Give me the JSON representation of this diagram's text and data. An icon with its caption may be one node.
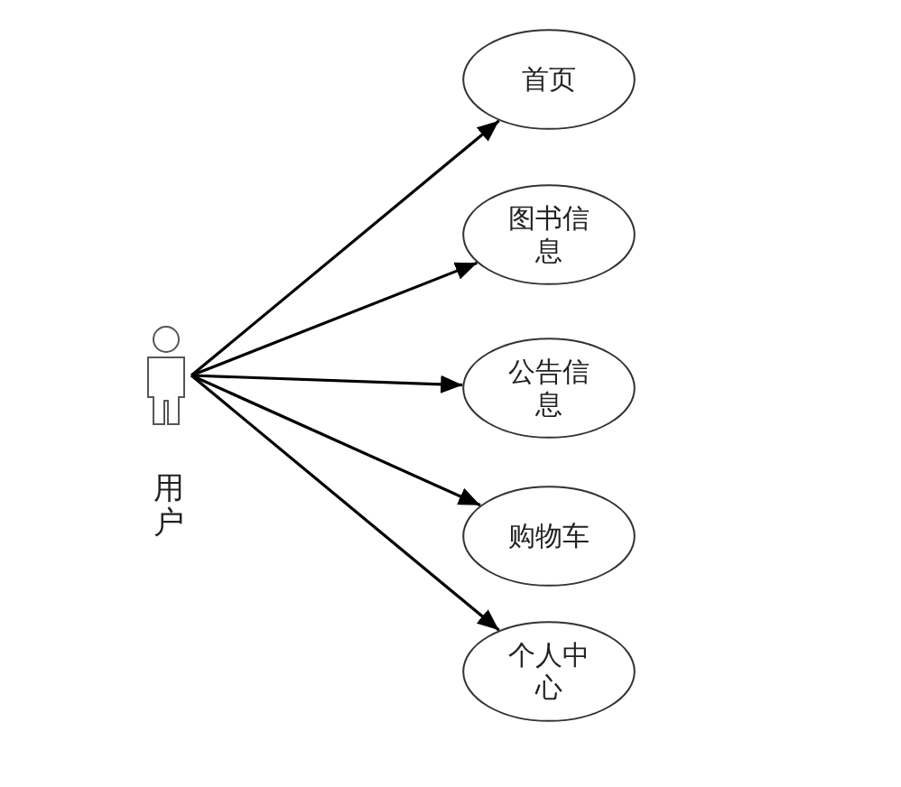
{
  "diagram": {
    "nodes": [
      {
        "text": [
          "用户"
        ]
      },
      {
        "text": [
          "首页"
        ]
      },
      {
        "text": [
          "图书信息"
        ]
      },
      {
        "text": [
          "公告信息"
        ]
      },
      {
        "text": [
          "购物车"
        ]
      },
      {
        "text": [
          "个人中心"
        ]
      }
    ],
    "edges": [
      {
        "from": 0,
        "to": 1,
        "arrow": "to"
      },
      {
        "from": 0,
        "to": 2,
        "arrow": "to"
      },
      {
        "from": 0,
        "to": 3,
        "arrow": "to"
      },
      {
        "from": 0,
        "to": 4,
        "arrow": "to"
      },
      {
        "from": 0,
        "to": 5,
        "arrow": "to"
      }
    ]
  }
}
